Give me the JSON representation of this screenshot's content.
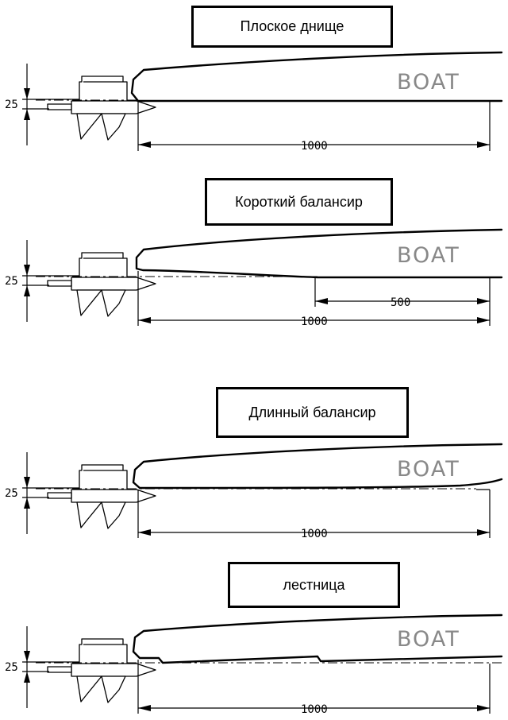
{
  "panels": [
    {
      "title": "Плоское днище",
      "boat_label": "BOAT",
      "height_dim": "25",
      "length_dim": "1000"
    },
    {
      "title": "Короткий балансир",
      "boat_label": "BOAT",
      "height_dim": "25",
      "length_dim": "1000",
      "partial_dim": "500"
    },
    {
      "title": "Длинный балансир",
      "boat_label": "BOAT",
      "height_dim": "25",
      "length_dim": "1000"
    },
    {
      "title": "лестница",
      "boat_label": "BOAT",
      "height_dim": "25",
      "length_dim": "1000"
    }
  ]
}
